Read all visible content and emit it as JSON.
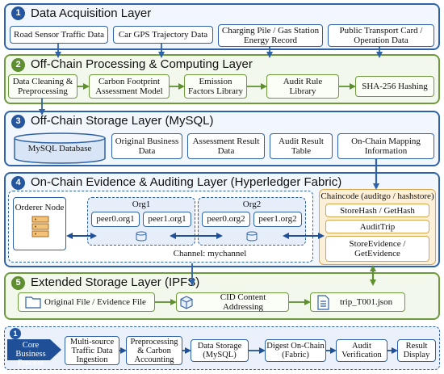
{
  "layer1": {
    "badge": "1",
    "title": "Data Acquisition Layer",
    "items": [
      "Road Sensor Traffic Data",
      "Car GPS Trajectory Data",
      "Charging Pile / Gas Station Energy Record",
      "Public Transport Card / Operation Data"
    ]
  },
  "layer2": {
    "badge": "2",
    "title": "Off-Chain Processing & Computing Layer",
    "items": [
      "Data Cleaning & Preprocessing",
      "Carbon Footprint Assessment Model",
      "Emission Factors Library",
      "Audit Rule Library",
      "SHA-256 Hashing"
    ]
  },
  "layer3": {
    "badge": "3",
    "title": "Off-Chain Storage Layer (MySQL)",
    "database": "MySQL Database",
    "items": [
      "Original Business Data",
      "Assessment Result Data",
      "Audit Result Table",
      "On-Chain Mapping Information"
    ]
  },
  "layer4": {
    "badge": "4",
    "title": "On-Chain Evidence & Auditing Layer (Hyperledger Fabric)",
    "orderer": "Orderer Node",
    "org1": {
      "label": "Org1",
      "peers": [
        "peer0.org1",
        "peer1.org1"
      ]
    },
    "org2": {
      "label": "Org2",
      "peers": [
        "peer0.org2",
        "peer1.org2"
      ]
    },
    "channel": "Channel: mychannel",
    "chaincode": {
      "title": "Chaincode (auditgo / hashstore)",
      "functions": [
        "StoreHash / GetHash",
        "AuditTrip",
        "StoreEvidence / GetEvidence"
      ]
    }
  },
  "layer5": {
    "badge": "5",
    "title": "Extended Storage Layer (IPFS)",
    "items": [
      "Original File / Evidence File",
      "CID Content Addressing",
      "trip_T001.json"
    ]
  },
  "process": {
    "badge": "1",
    "label": "Core Business Process",
    "steps": [
      "Multi-source Traffic Data Ingestion",
      "Preprocessing & Carbon Accounting",
      "Data Storage (MySQL)",
      "Digest On-Chain (Fabric)",
      "Audit Verification",
      "Result Display"
    ]
  },
  "colors": {
    "blue": "#2f62a6",
    "green": "#6d9a3c",
    "orange": "#d9a54a",
    "navy": "#1f4f96"
  }
}
